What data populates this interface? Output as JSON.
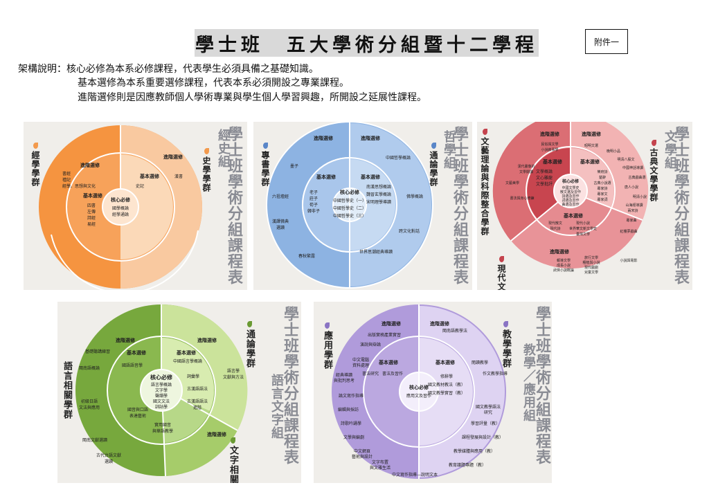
{
  "header": {
    "title": "學士班　五大學術分組暨十二學程",
    "annex": "附件一"
  },
  "description": {
    "line1": "架構說明：核心必修為本系必修課程，代表學生必須具備之基礎知識。",
    "line2": "基本選修為本系重要選修課程，代表本系必須開設之專業課程。",
    "line3": "進階選修則是因應教師個人學術專業與學生個人學習興趣，所開設之延展性課程。"
  },
  "colors": {
    "classics": "#f39a4d",
    "philosophy": "#8cb2e0",
    "literature": "#d9646c",
    "language": "#7fae43",
    "teaching": "#b09dd8"
  },
  "panels": {
    "classics": {
      "group_title": "學士班學術分組課程表",
      "group_name": "經史組",
      "left_program": "經學學群",
      "right_program": "史學學群",
      "core": "核心必修",
      "core_courses": [
        "國學概論",
        "經學通論"
      ],
      "basic_left": "基本選修",
      "basic_left_courses": [
        "四書",
        "左傳",
        "詩經",
        "易經"
      ],
      "basic_right": "基本選修",
      "basic_right_courses": [
        "史記"
      ],
      "adv_left": "進階選修",
      "adv_left_courses": [
        "書經",
        "禮記",
        "經學、思想與文化"
      ],
      "adv_right": "進階選修",
      "adv_right_courses": [
        "漢書"
      ]
    },
    "philosophy": {
      "group_title": "學士班學術分組課程表",
      "group_name": "哲學組",
      "left_program": "專書學群",
      "right_program": "通論學群",
      "core": "核心必修",
      "core_courses": [
        "中國哲學史（一）",
        "中國哲學史（二）",
        "中國哲學史（三）"
      ],
      "basic_left": "基本選修",
      "basic_left_courses": [
        "老子",
        "莊子",
        "荀子",
        "韓非子"
      ],
      "basic_right": "基本選修",
      "basic_right_courses": [
        "南漢思想概論",
        "魏晉玄學概論",
        "宋明理學導讀"
      ],
      "adv_left": "進階選修",
      "adv_left_courses": [
        "墨子",
        "六祖壇經",
        "漢譯佛典選讀",
        "春秋繁露"
      ],
      "adv_right": "進階選修",
      "adv_right_courses": [
        "中國哲學概論",
        "佛學概論",
        "跨文化對話",
        "世界思潮經典導讀"
      ]
    },
    "literature": {
      "group_title": "學士班學術分組課程表",
      "group_name": "文學組",
      "left_program": "文藝理論與科際整合學群",
      "right_program": "古典文學學群",
      "bottom_program": "現代文學學群",
      "core": "核心必修",
      "core_courses": [
        "中國文學史",
        "散文選及習作",
        "詩選及習作",
        "詞選及習作",
        "曲選及習作"
      ],
      "basic_left": "基本選修",
      "basic_left_courses": [
        "文學概論",
        "文心雕龍",
        "文學批評"
      ],
      "basic_right": "基本選修",
      "basic_right_courses": [
        "樂府詩",
        "楚辭",
        "古典小說選",
        "專家詩",
        "專家文",
        "專家詞"
      ],
      "basic_bottom": "基本選修",
      "basic_bottom_courses": [
        "現代散文",
        "現代小說",
        "現代詩",
        "世界華文新文學史",
        "臺灣文學"
      ],
      "adv_left": "進階選修",
      "adv_left_courses": [
        "民俗與文學",
        "小說敘事學",
        "漢代畫像的文學閱讀",
        "文藝美學",
        "書法與身心修鍊"
      ],
      "adv_right": "進階選修",
      "adv_right_courses": [
        "昭明文選",
        "晚明小品",
        "明清八股文",
        "中國神話導讀",
        "古典戲曲選",
        "唐人小說",
        "明清小說",
        "山海經導讀",
        "兩宋詩",
        "專家曲",
        "紅樓夢戲曲"
      ],
      "adv_bottom": "進階選修",
      "adv_bottom_courses": [
        "報導文學",
        "成長小說",
        "武俠小說概論",
        "旅行文學",
        "種植與小說",
        "現代戲劇",
        "兒童文學",
        "小說與電影"
      ]
    },
    "language": {
      "group_title": "學士班學術分組課程表",
      "group_name": "語言文字組",
      "left_program": "語言相關學群",
      "right_program": "通論學群",
      "bottom_program": "文字相關學群",
      "core": "核心必修",
      "core_courses": [
        "語言學概論",
        "文字學",
        "聲韻學",
        "國文文法",
        "訓詁學"
      ],
      "basic_left": "基本選修",
      "basic_left_courses": [
        "國語語音學",
        "國音與口語表達藝術"
      ],
      "basic_right": "基本選修",
      "basic_right_courses": [
        "中國語言學概論",
        "詞彙學",
        "古漢語語法",
        "古漢語語法進階"
      ],
      "basic_bottom": "基本選修",
      "basic_bottom_courses": [
        "實用國音與華語教學"
      ],
      "adv_left": "進階選修",
      "adv_left_courses": [
        "基礎聽講練習",
        "閩南語概論",
        "初級日語文法與應用",
        "閩南文獻選讀",
        "古代台語文獻選讀"
      ],
      "adv_right": "進階選修",
      "adv_right_courses": [
        "語言學文獻與方法"
      ],
      "adv_bottom": "進階選修",
      "adv_bottom_courses": []
    },
    "teaching": {
      "group_title": "學士班學術分組課程表",
      "group_name": "教學／應用組",
      "left_program": "應用學群",
      "right_program": "教學學群",
      "core": "核心必修",
      "core_courses": [
        "應用文及習作"
      ],
      "basic_left": "基本選修",
      "basic_left_courses": [
        "書法研究",
        "書法及習作"
      ],
      "basic_right": "基本選修",
      "basic_right_courses": [
        "修辭學",
        "國文教材教法（教）",
        "國文教學實習（教）"
      ],
      "adv_left": "進階選修",
      "adv_left_courses": [
        "出版實務產業實習",
        "演說與辯論",
        "中文電腦資料處理",
        "經典導讀與批判思考",
        "論文寫作指導",
        "編輯與採訪",
        "詩歌吟誦學",
        "文學與編劇",
        "中文網頁藝術與設計",
        "文字布置與文雅生活",
        "中文寫作指導—說明文本"
      ],
      "adv_right": "進階選修",
      "adv_right_courses": [
        "閩南語教學法",
        "閱讀教學",
        "作文教學指導",
        "國文教學語法研究",
        "學習評量（教）",
        "課程發展與設計（教）",
        "教學媒體與應用（教）",
        "教育議題專題（教）"
      ]
    }
  }
}
